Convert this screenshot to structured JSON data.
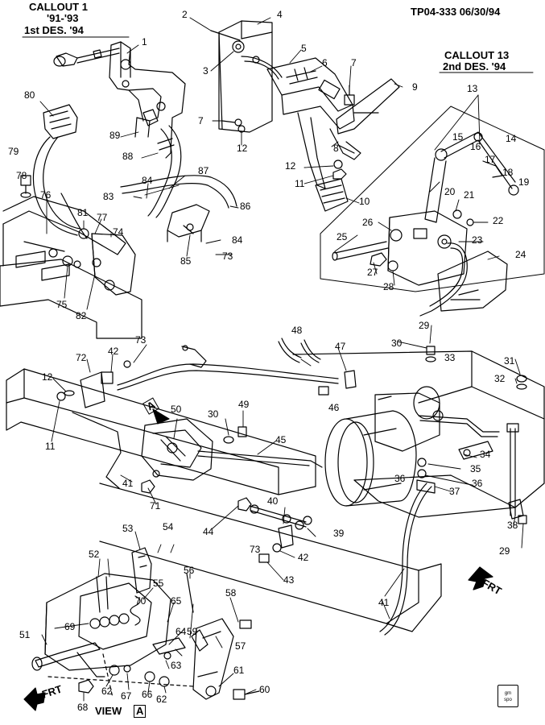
{
  "header": {
    "callout1_title": "CALLOUT 1",
    "callout1_years": "'91-'93",
    "callout1_design": "1st DES. '94",
    "doc_id": "TP04-333 06/30/94",
    "callout13_title": "CALLOUT 13",
    "callout13_design": "2nd DES. '94"
  },
  "view_label": "VIEW",
  "view_box": "A",
  "frt_labels": [
    "FRT",
    "FRT"
  ],
  "marker_box": "A",
  "stamp_text": [
    "gm",
    "spo"
  ],
  "part_numbers": [
    "1",
    "2",
    "3",
    "4",
    "5",
    "6",
    "7",
    "7",
    "8",
    "9",
    "10",
    "11",
    "11",
    "12",
    "12",
    "12",
    "13",
    "14",
    "15",
    "16",
    "17",
    "18",
    "19",
    "20",
    "21",
    "22",
    "23",
    "24",
    "25",
    "26",
    "27",
    "28",
    "29",
    "29",
    "30",
    "30",
    "31",
    "32",
    "33",
    "34",
    "35",
    "36",
    "36",
    "37",
    "38",
    "39",
    "40",
    "41",
    "41",
    "42",
    "42",
    "43",
    "44",
    "45",
    "46",
    "47",
    "48",
    "49",
    "50",
    "51",
    "52",
    "53",
    "54",
    "55",
    "56",
    "57",
    "58",
    "59",
    "60",
    "61",
    "62",
    "62",
    "63",
    "64",
    "65",
    "66",
    "67",
    "68",
    "69",
    "70",
    "71",
    "72",
    "73",
    "73",
    "73",
    "74",
    "75",
    "76",
    "77",
    "78",
    "79",
    "80",
    "81",
    "82",
    "83",
    "84",
    "84",
    "85",
    "86",
    "87",
    "88",
    "89"
  ]
}
